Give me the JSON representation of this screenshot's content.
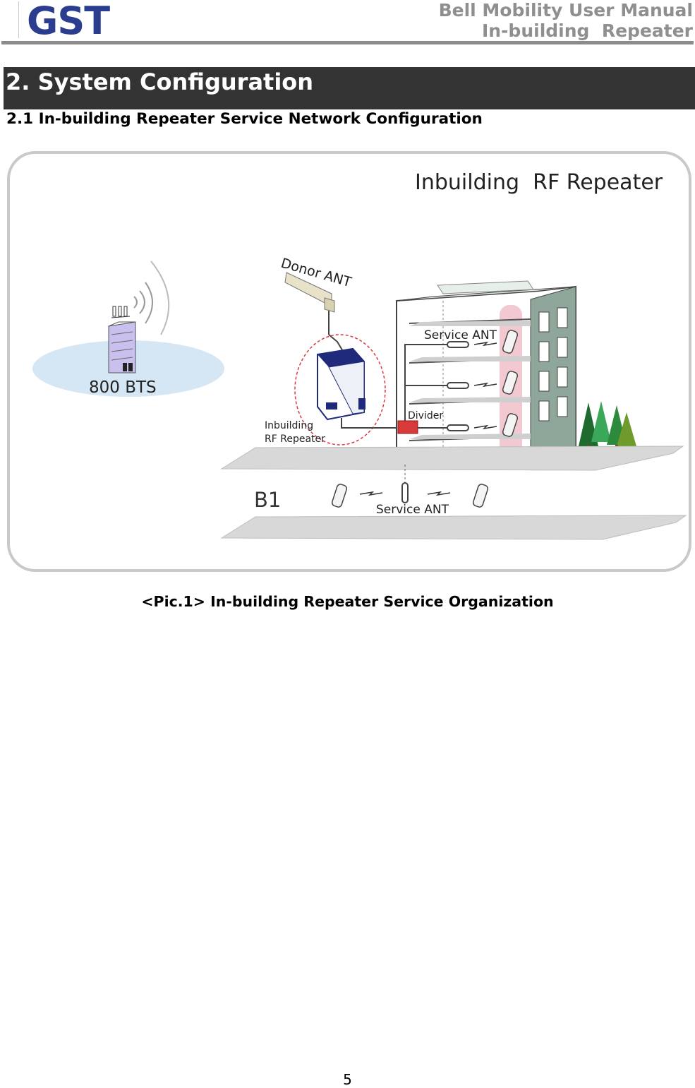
{
  "header": {
    "logo_text": "GST",
    "manual_title": "Bell Mobility User Manual",
    "manual_subtitle": "In-building  Repeater",
    "logo_color": "#2a3d8f"
  },
  "section": {
    "title": "2. System Configuration"
  },
  "subsection": {
    "title": "2.1 In-building Repeater Service Network Configuration"
  },
  "figure": {
    "title": "Inbuilding  RF Repeater",
    "labels": {
      "bts": "800 BTS",
      "donor_ant": "Donor ANT",
      "service_ant_top": "Service ANT",
      "divider": "Divider",
      "repeater_line1": "Inbuilding",
      "repeater_line2": "RF Repeater",
      "basement": "B1",
      "service_ant_bottom": "Service ANT"
    },
    "colors": {
      "frame": "#c9c9c9",
      "coverage": "#d5e6f5",
      "repeater_body": "#1f2a7a",
      "divider": "#d83a3a",
      "signal_zone": "#e0343f",
      "building_side": "#8fa69a",
      "riser": "#f2c9d0"
    }
  },
  "caption": "<Pic.1> In-building Repeater Service Organization",
  "page_number": "5"
}
